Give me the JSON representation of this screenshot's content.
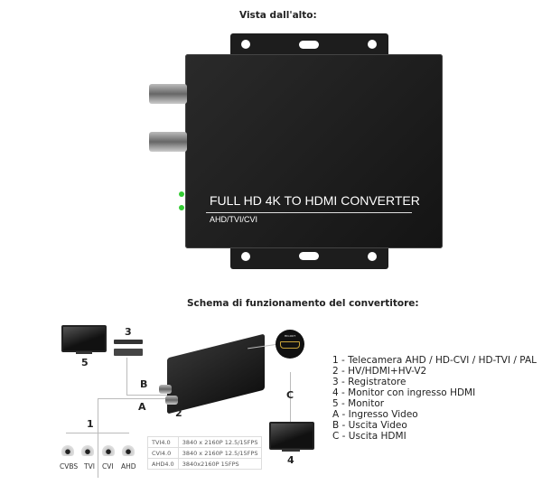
{
  "top_view_title": "Vista dall'alto:",
  "device": {
    "label_main": "FULL HD 4K TO HDMI CONVERTER",
    "label_sub": "AHD/TVI/CVI"
  },
  "schema_title": "Schema di funzionamento del convertitore:",
  "diagram": {
    "labels": {
      "n1": "1",
      "n2": "2",
      "n3": "3",
      "n4": "4",
      "n5": "5",
      "A": "A",
      "B": "B",
      "C": "C"
    },
    "hdmi_port": "HD-OUT",
    "cameras": [
      "CVBS",
      "TVI",
      "CVI",
      "AHD"
    ],
    "spec_table": [
      [
        "TVI4.0",
        "3840 x 2160P 12.5/15FPS"
      ],
      [
        "CVI4.0",
        "3840 x 2160P 12.5/15FPS"
      ],
      [
        "AHD4.0",
        "3840x2160P 15FPS"
      ]
    ]
  },
  "legend": [
    "1 - Telecamera AHD / HD-CVI / HD-TVI / PAL",
    "2 - HV/HDMI+HV-V2",
    "3 - Registratore",
    "4 - Monitor con ingresso HDMI",
    "5 - Monitor",
    "A - Ingresso Video",
    "B - Uscita Video",
    "C - Uscita HDMI"
  ],
  "colors": {
    "device": "#1d1d1d",
    "led": "#33cc33",
    "hdmi_gold": "#c9a43a"
  }
}
